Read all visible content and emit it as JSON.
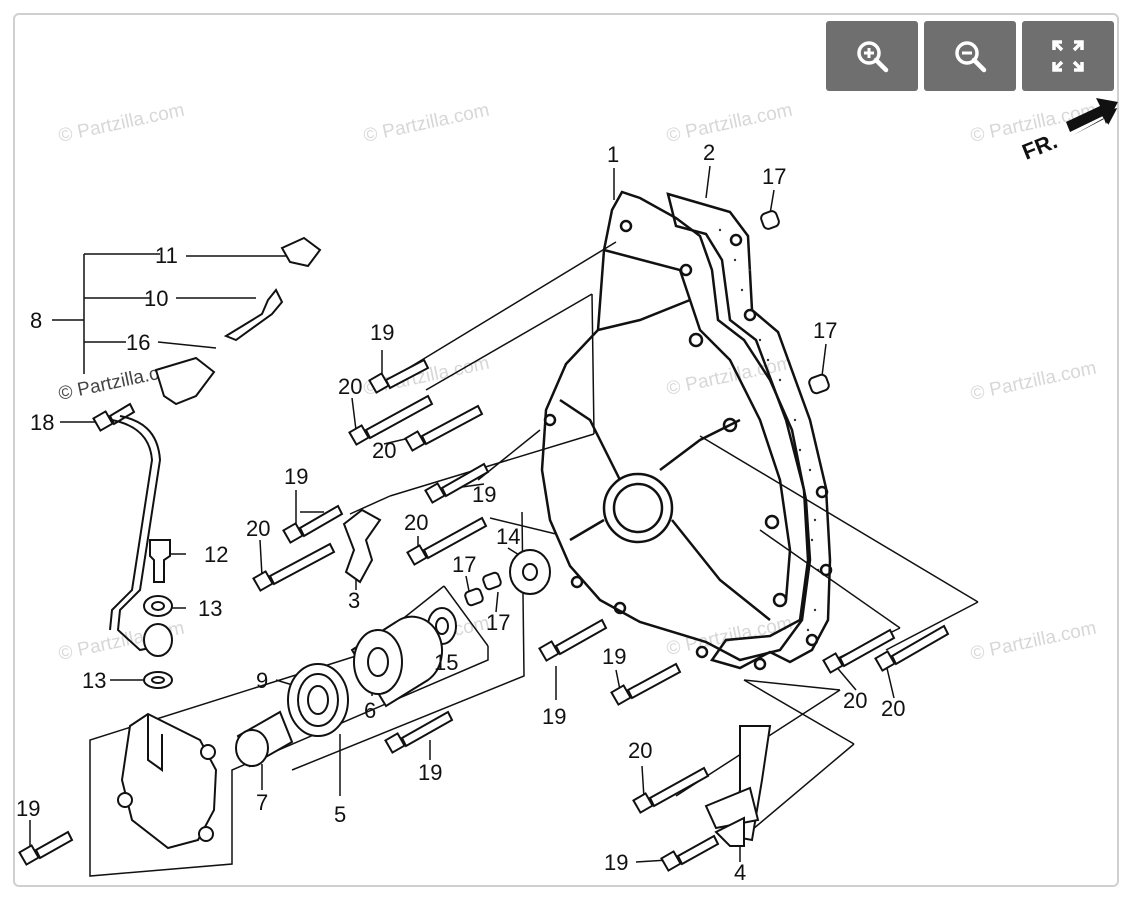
{
  "watermark": "© Partzilla.com",
  "direction_label": "FR.",
  "toolbar": {
    "zoom_in": "zoom-in-icon",
    "zoom_out": "zoom-out-icon",
    "fullscreen": "fullscreen-icon",
    "button_color": "#6f6f6f"
  },
  "callouts": {
    "c1": "1",
    "c2": "2",
    "c3": "3",
    "c4": "4",
    "c5": "5",
    "c6": "6",
    "c7": "7",
    "c8": "8",
    "c9": "9",
    "c10": "10",
    "c11": "11",
    "c12": "12",
    "c13a": "13",
    "c13b": "13",
    "c14": "14",
    "c15": "15",
    "c16": "16",
    "c17a": "17",
    "c17b": "17",
    "c17c": "17",
    "c17d": "17",
    "c18": "18",
    "c19a": "19",
    "c19b": "19",
    "c19c": "19",
    "c19d": "19",
    "c19e": "19",
    "c19f": "19",
    "c19g": "19",
    "c19h": "19",
    "c20a": "20",
    "c20b": "20",
    "c20c": "20",
    "c20d": "20",
    "c20e": "20",
    "c20f": "20",
    "c20g": "20"
  }
}
